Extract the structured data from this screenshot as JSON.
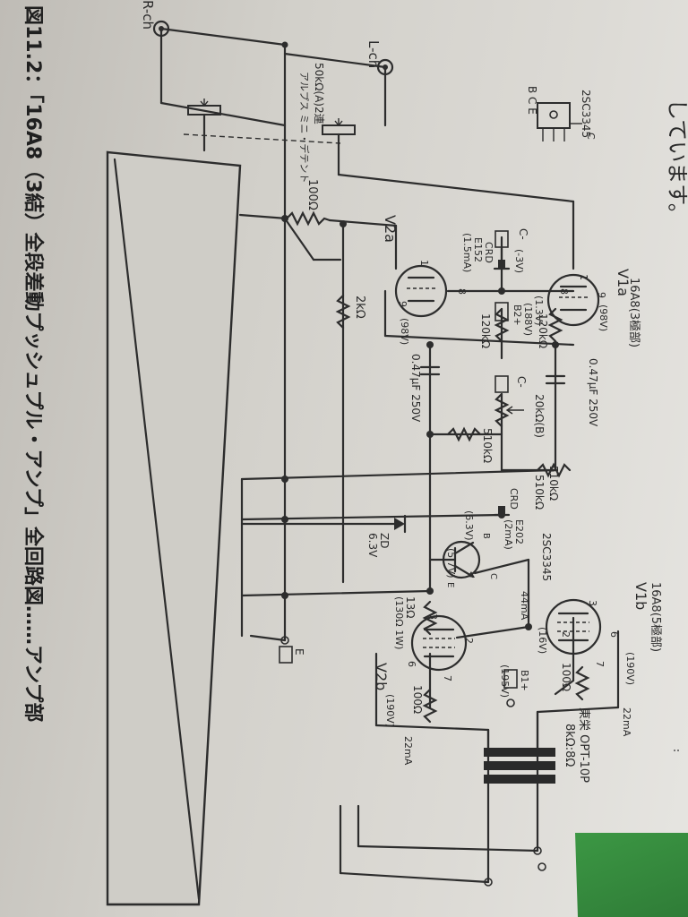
{
  "figure": {
    "caption": "図11.2：「16A8（3結）全段差動プッシュプル・アンプ」全回路図……アンプ部",
    "body_text": "しています。"
  },
  "circuit": {
    "inputs": {
      "r_ch": "R-ch",
      "l_ch": "L-ch"
    },
    "volume": {
      "value": "50kΩ(A)2連",
      "note": "アルプス ミニ・デテント"
    },
    "transistor_pinout": {
      "part": "2SC3345",
      "pins": "B C E",
      "tab": "C"
    },
    "tubes": {
      "v1a": {
        "name": "V1a",
        "type": "16A8(3極部)",
        "pins": [
          "1",
          "8",
          "9"
        ],
        "plate_v": "(98V)",
        "cathode_v": "(1.3V)"
      },
      "v2a": {
        "name": "V2a",
        "pins": [
          "1",
          "8",
          "9"
        ],
        "plate_v": "(98V)"
      },
      "v1b": {
        "name": "V1b",
        "type": "16A8(5極部)",
        "pins": [
          "3",
          "2",
          "6",
          "7"
        ],
        "screen_v": "(16V)",
        "plate_v": "(190V)"
      },
      "v2b": {
        "name": "V2b",
        "pins": [
          "3",
          "2",
          "6",
          "7"
        ],
        "plate_v": "(190V)"
      }
    },
    "components": {
      "r_grid": "100Ω",
      "r_grid2": "2kΩ",
      "r_load1": "120kΩ",
      "r_load2": "120kΩ",
      "c_couple1": "0.47μF 250V",
      "c_couple2": "0.47μF 250V",
      "pot_bias": "20kΩ(B)",
      "r_bias1": "510kΩ",
      "r_bias2": "510kΩ",
      "r_bias3": "510kΩ",
      "crd1": {
        "name": "CRD",
        "part": "E152",
        "current": "(1.5mA)"
      },
      "crd2": {
        "name": "CRD",
        "part": "E202",
        "current": "(2mA)"
      },
      "zener": {
        "name": "ZD",
        "value": "6.3V"
      },
      "transistor": {
        "part": "2SC3345",
        "b": "B",
        "c": "C",
        "e": "E",
        "current": "44mA",
        "vb": "(6.3V)",
        "ve": "(5.7V)"
      },
      "r_emitter": "13Ω",
      "r_emitter_note": "(130Ω 1W)",
      "r_cath1": "100Ω",
      "r_cath2": "100Ω",
      "opt": {
        "name": "東栄 OPT-10P",
        "ratio": "8kΩ:8Ω"
      }
    },
    "terminals": {
      "c_minus_1": "C-",
      "c_minus_2": "C-",
      "b2_plus": "B2+",
      "b1_plus": "B1+",
      "e": "E"
    },
    "voltages": {
      "c_minus_1": "(-3V)",
      "b2_plus": "(188V)",
      "b1_plus": "(195V)"
    },
    "currents": {
      "i1": "22mA",
      "i2": "22mA"
    }
  }
}
